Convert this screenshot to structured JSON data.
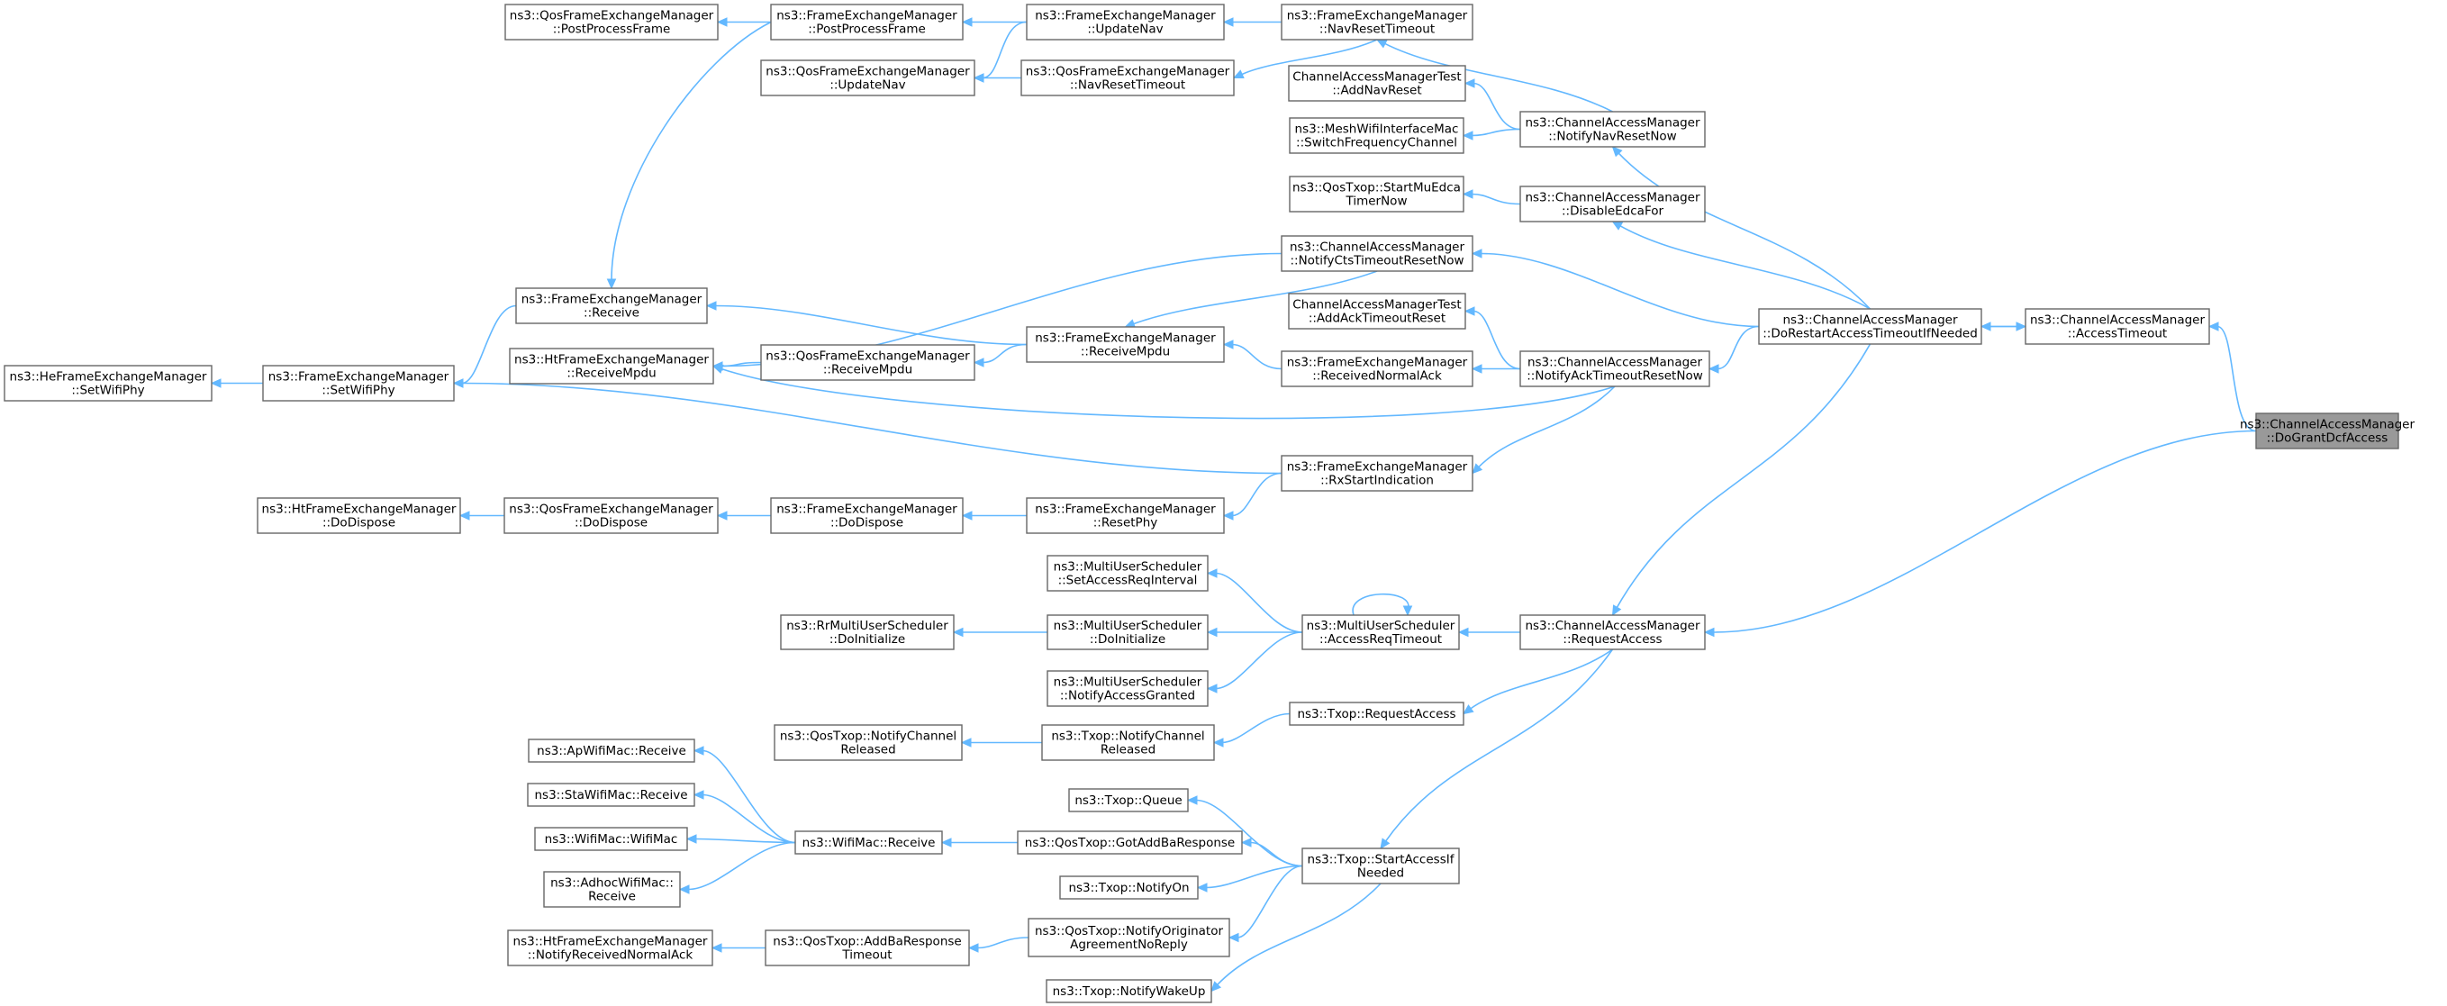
{
  "colors": {
    "edge": "#63b8ff",
    "node_border": "#666666",
    "focus_fill": "#999999",
    "node_fill": "#ffffff"
  },
  "nodes": [
    {
      "id": "dogrant",
      "lines": [
        "ns3::ChannelAccessManager",
        "::DoGrantDcfAccess"
      ],
      "focus": true
    },
    {
      "id": "accesstimeout",
      "lines": [
        "ns3::ChannelAccessManager",
        "::AccessTimeout"
      ]
    },
    {
      "id": "dorestart",
      "lines": [
        "ns3::ChannelAccessManager",
        "::DoRestartAccessTimeoutIfNeeded"
      ]
    },
    {
      "id": "requestaccess",
      "lines": [
        "ns3::ChannelAccessManager",
        "::RequestAccess"
      ]
    },
    {
      "id": "notifynav",
      "lines": [
        "ns3::ChannelAccessManager",
        "::NotifyNavResetNow"
      ]
    },
    {
      "id": "disableedca",
      "lines": [
        "ns3::ChannelAccessManager",
        "::DisableEdcaFor"
      ]
    },
    {
      "id": "notifyack",
      "lines": [
        "ns3::ChannelAccessManager",
        "::NotifyAckTimeoutResetNow"
      ]
    },
    {
      "id": "fem_navreset",
      "lines": [
        "ns3::FrameExchangeManager",
        "::NavResetTimeout"
      ]
    },
    {
      "id": "camt_addnav",
      "lines": [
        "ChannelAccessManagerTest",
        "::AddNavReset"
      ]
    },
    {
      "id": "mesh_switch",
      "lines": [
        "ns3::MeshWifiInterfaceMac",
        "::SwitchFrequencyChannel"
      ]
    },
    {
      "id": "qostxop_startmu",
      "lines": [
        "ns3::QosTxop::StartMuEdca",
        "TimerNow"
      ]
    },
    {
      "id": "notifycts",
      "lines": [
        "ns3::ChannelAccessManager",
        "::NotifyCtsTimeoutResetNow"
      ]
    },
    {
      "id": "camt_addack",
      "lines": [
        "ChannelAccessManagerTest",
        "::AddAckTimeoutReset"
      ]
    },
    {
      "id": "fem_recvnormalack",
      "lines": [
        "ns3::FrameExchangeManager",
        "::ReceivedNormalAck"
      ]
    },
    {
      "id": "fem_rxstart",
      "lines": [
        "ns3::FrameExchangeManager",
        "::RxStartIndication"
      ]
    },
    {
      "id": "mus_accessreq",
      "lines": [
        "ns3::MultiUserScheduler",
        "::AccessReqTimeout"
      ]
    },
    {
      "id": "txop_request",
      "lines": [
        "ns3::Txop::RequestAccess"
      ]
    },
    {
      "id": "txop_startaccess",
      "lines": [
        "ns3::Txop::StartAccessIf",
        "Needed"
      ]
    },
    {
      "id": "fem_updatenav",
      "lines": [
        "ns3::FrameExchangeManager",
        "::UpdateNav"
      ]
    },
    {
      "id": "qfem_navreset",
      "lines": [
        "ns3::QosFrameExchangeManager",
        "::NavResetTimeout"
      ]
    },
    {
      "id": "fem_receivempdu",
      "lines": [
        "ns3::FrameExchangeManager",
        "::ReceiveMpdu"
      ]
    },
    {
      "id": "fem_resetphy",
      "lines": [
        "ns3::FrameExchangeManager",
        "::ResetPhy"
      ]
    },
    {
      "id": "mus_setaccess",
      "lines": [
        "ns3::MultiUserScheduler",
        "::SetAccessReqInterval"
      ]
    },
    {
      "id": "mus_doinit",
      "lines": [
        "ns3::MultiUserScheduler",
        "::DoInitialize"
      ]
    },
    {
      "id": "mus_notifygranted",
      "lines": [
        "ns3::MultiUserScheduler",
        "::NotifyAccessGranted"
      ]
    },
    {
      "id": "txop_notifychan",
      "lines": [
        "ns3::Txop::NotifyChannel",
        "Released"
      ]
    },
    {
      "id": "txop_queue",
      "lines": [
        "ns3::Txop::Queue"
      ]
    },
    {
      "id": "qostxop_gotadd",
      "lines": [
        "ns3::QosTxop::GotAddBaResponse"
      ]
    },
    {
      "id": "txop_notifyon",
      "lines": [
        "ns3::Txop::NotifyOn"
      ]
    },
    {
      "id": "qostxop_notifyorig",
      "lines": [
        "ns3::QosTxop::NotifyOriginator",
        "AgreementNoReply"
      ]
    },
    {
      "id": "txop_wakeup",
      "lines": [
        "ns3::Txop::NotifyWakeUp"
      ]
    },
    {
      "id": "qfem_postprocess",
      "lines": [
        "ns3::FrameExchangeManager",
        "::PostProcessFrame"
      ]
    },
    {
      "id": "qfem_updatenav",
      "lines": [
        "ns3::QosFrameExchangeManager",
        "::UpdateNav"
      ]
    },
    {
      "id": "qfem_receivempdu",
      "lines": [
        "ns3::QosFrameExchangeManager",
        "::ReceiveMpdu"
      ]
    },
    {
      "id": "fem_dodispose",
      "lines": [
        "ns3::FrameExchangeManager",
        "::DoDispose"
      ]
    },
    {
      "id": "rr_doinit",
      "lines": [
        "ns3::RrMultiUserScheduler",
        "::DoInitialize"
      ]
    },
    {
      "id": "qostxop_notifychan",
      "lines": [
        "ns3::QosTxop::NotifyChannel",
        "Released"
      ]
    },
    {
      "id": "wifimac_receive",
      "lines": [
        "ns3::WifiMac::Receive"
      ]
    },
    {
      "id": "qostxop_addba",
      "lines": [
        "ns3::QosTxop::AddBaResponse",
        "Timeout"
      ]
    },
    {
      "id": "qfem_postproc2",
      "lines": [
        "ns3::QosFrameExchangeManager",
        "::PostProcessFrame"
      ]
    },
    {
      "id": "fem_receive",
      "lines": [
        "ns3::FrameExchangeManager",
        "::Receive"
      ]
    },
    {
      "id": "htfem_receivempdu",
      "lines": [
        "ns3::HtFrameExchangeManager",
        "::ReceiveMpdu"
      ]
    },
    {
      "id": "qfem_dodispose",
      "lines": [
        "ns3::QosFrameExchangeManager",
        "::DoDispose"
      ]
    },
    {
      "id": "apwifi_receive",
      "lines": [
        "ns3::ApWifiMac::Receive"
      ]
    },
    {
      "id": "stawifi_receive",
      "lines": [
        "ns3::StaWifiMac::Receive"
      ]
    },
    {
      "id": "wifimac_wifimac",
      "lines": [
        "ns3::WifiMac::WifiMac"
      ]
    },
    {
      "id": "adhoc_receive",
      "lines": [
        "ns3::AdhocWifiMac::",
        "Receive"
      ]
    },
    {
      "id": "htfem_notifyrecv",
      "lines": [
        "ns3::HtFrameExchangeManager",
        "::NotifyReceivedNormalAck"
      ]
    },
    {
      "id": "fem_setwifiphy",
      "lines": [
        "ns3::FrameExchangeManager",
        "::SetWifiPhy"
      ]
    },
    {
      "id": "htfem_dodispose",
      "lines": [
        "ns3::HtFrameExchangeManager",
        "::DoDispose"
      ]
    },
    {
      "id": "hefem_setwifiphy",
      "lines": [
        "ns3::HeFrameExchangeManager",
        "::SetWifiPhy"
      ]
    }
  ]
}
